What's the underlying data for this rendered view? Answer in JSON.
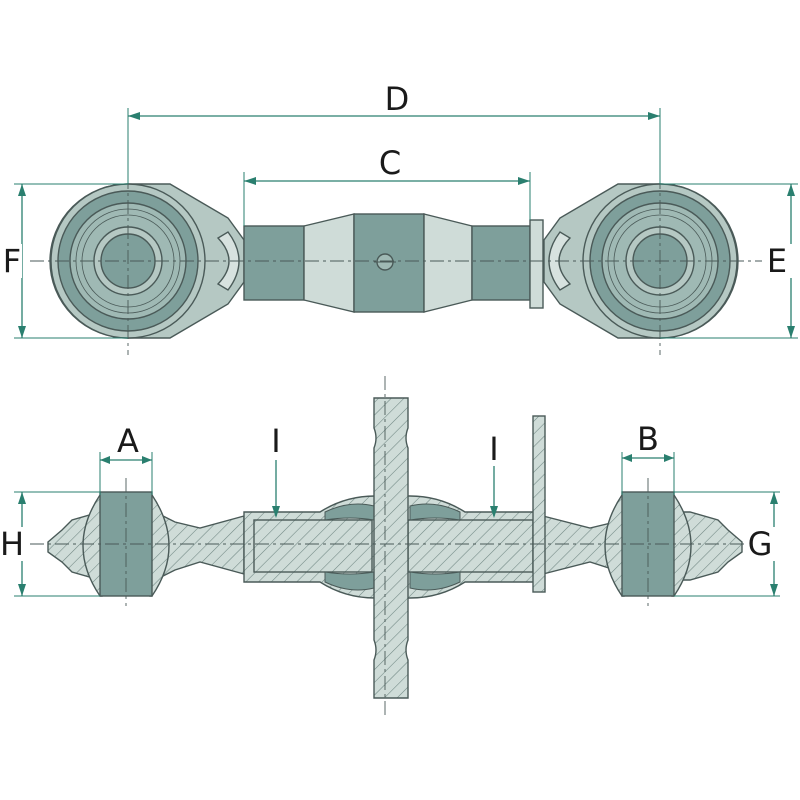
{
  "labels": {
    "A": "A",
    "B": "B",
    "C": "C",
    "D": "D",
    "E": "E",
    "F": "F",
    "G": "G",
    "H": "H",
    "I_left": "I",
    "I_right": "I"
  },
  "colors": {
    "dimension_line": "#2a7f6f",
    "body_dark": "#7e9f9b",
    "body_mid": "#b5c8c3",
    "body_light": "#cfdcd8",
    "outline": "#4a5a58"
  }
}
